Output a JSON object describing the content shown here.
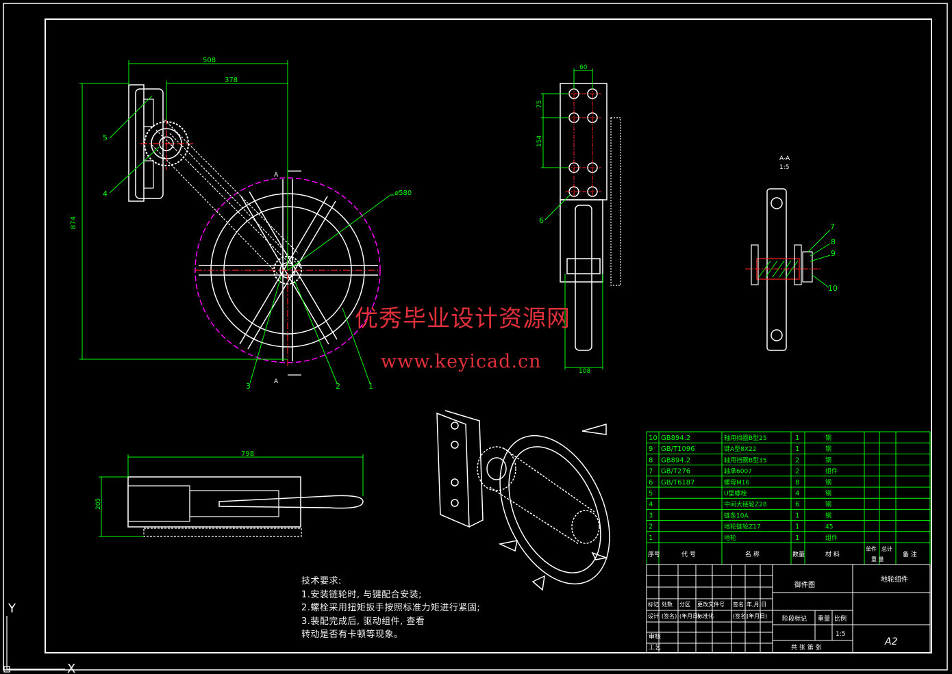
{
  "drawing": {
    "dimensions": {
      "width_508": "508",
      "width_378": "378",
      "height_874": "874",
      "diameter": "ø580",
      "dim_60": "60",
      "dim_75": "75",
      "dim_154": "154",
      "dim_108": "108",
      "dim_798": "798",
      "dim_205": "205"
    },
    "section_marks": {
      "a_top": "A",
      "a_bottom": "A",
      "section_title": "A-A",
      "section_scale": "1:5"
    },
    "part_callouts": {
      "front": [
        "5",
        "4",
        "3",
        "2",
        "1"
      ],
      "side": [
        "6"
      ],
      "section": [
        "7",
        "8",
        "9",
        "10"
      ]
    },
    "axis": {
      "y": "Y",
      "x": "X"
    }
  },
  "watermark": {
    "line1": "优秀毕业设计资源网",
    "line2": "www.keyicad.cn"
  },
  "tech_requirements": {
    "title": "技术要求:",
    "items": [
      "1.安装链轮时, 与键配合安装;",
      "2.螺栓采用扭矩扳手按照标准力矩进行紧固;",
      "3.装配完成后, 驱动组件, 查看",
      "转动是否有卡顿等现象。"
    ]
  },
  "bom": {
    "rows": [
      {
        "no": "10",
        "code": "GB894.2",
        "name": "轴用挡圈B型25",
        "qty": "1",
        "material": "钢"
      },
      {
        "no": "9",
        "code": "GB/T1096",
        "name": "键A型8X22",
        "qty": "1",
        "material": "钢"
      },
      {
        "no": "8",
        "code": "GB894.2",
        "name": "轴用挡圈B型35",
        "qty": "2",
        "material": "钢"
      },
      {
        "no": "7",
        "code": "GB/T276",
        "name": "轴承6007",
        "qty": "2",
        "material": "组件"
      },
      {
        "no": "6",
        "code": "GB/T6187",
        "name": "螺母M16",
        "qty": "8",
        "material": "钢"
      },
      {
        "no": "5",
        "code": "",
        "name": "U型螺栓",
        "qty": "4",
        "material": "钢"
      },
      {
        "no": "4",
        "code": "",
        "name": "中间大链轮Z28",
        "qty": "6",
        "material": "钢"
      },
      {
        "no": "3",
        "code": "",
        "name": "链条10A",
        "qty": "1",
        "material": "钢"
      },
      {
        "no": "2",
        "code": "",
        "name": "地轮链轮Z17",
        "qty": "1",
        "material": "45"
      },
      {
        "no": "1",
        "code": "",
        "name": "地轮",
        "qty": "1",
        "material": "组件"
      }
    ],
    "header": {
      "no": "序号",
      "code": "代 号",
      "name": "名 称",
      "qty": "数量",
      "material": "材 料",
      "unit": "单件",
      "total": "总计",
      "weight": "重 量",
      "remark": "备 注"
    }
  },
  "title_block": {
    "company": "御件图",
    "drawing_name": "地轮组件",
    "labels_row1": [
      "标记",
      "处数",
      "分区",
      "更改文件号",
      "签名",
      "年,月,日"
    ],
    "labels_row2": [
      "设计",
      "(签名)",
      "(年月日)",
      "标准化",
      "(签名)",
      "(年月日)"
    ],
    "stage_label": "阶段标记",
    "weight_label": "重量",
    "scale_label": "比例",
    "scale": "1:5",
    "review": "审核",
    "process": "工艺",
    "sheets": "共 张 第 张",
    "paper": "A2"
  },
  "colors": {
    "line": "#ffffff",
    "dim": "#00ff00",
    "center": "#ff2020",
    "phantom": "#ff00ff",
    "table": "#00ff00",
    "watermark": "#e0303a"
  }
}
